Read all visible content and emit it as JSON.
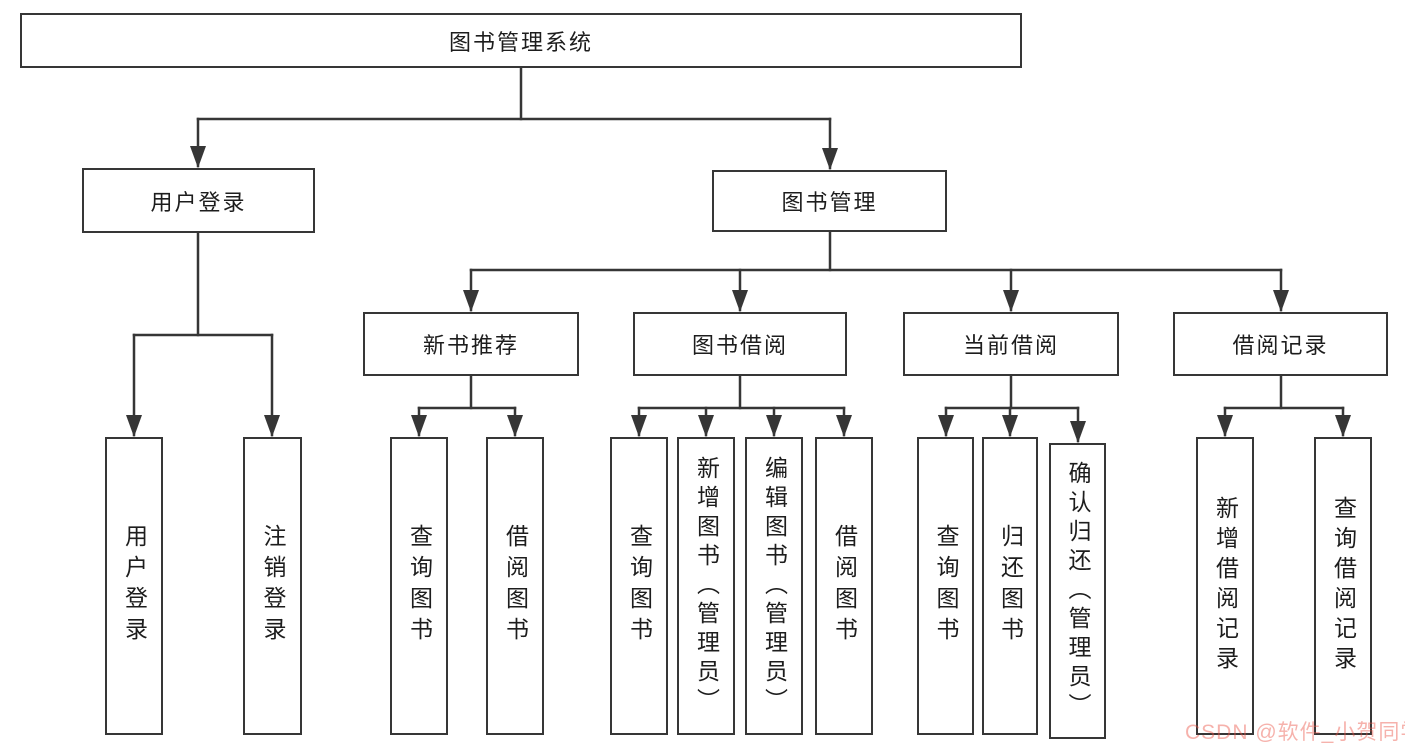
{
  "nodes": {
    "root": "图书管理系统",
    "user_login": "用户登录",
    "book_management": "图书管理",
    "new_book_recommend": "新书推荐",
    "book_borrow": "图书借阅",
    "current_borrow": "当前借阅",
    "borrow_records": "借阅记录",
    "leaf_user_login": "用户登录",
    "leaf_logout": "注销登录",
    "rec_query_books": "查询图书",
    "rec_borrow_books": "借阅图书",
    "bb_query_books": "查询图书",
    "bb_add_books": "新增图书（管理员）",
    "bb_edit_books": "编辑图书（管理员）",
    "bb_borrow_books": "借阅图书",
    "cb_query_books": "查询图书",
    "cb_return_books": "归还图书",
    "cb_confirm_return": "确认归还（管理员）",
    "br_add_record": "新增借阅记录",
    "br_query_record": "查询借阅记录"
  },
  "watermark": {
    "text": "CSDN @软件_小贺同学",
    "color": "#eb5546"
  },
  "colors": {
    "line": "#363636",
    "box_border": "#363636",
    "text": "#1d1d1d",
    "background": "#ffffff"
  }
}
